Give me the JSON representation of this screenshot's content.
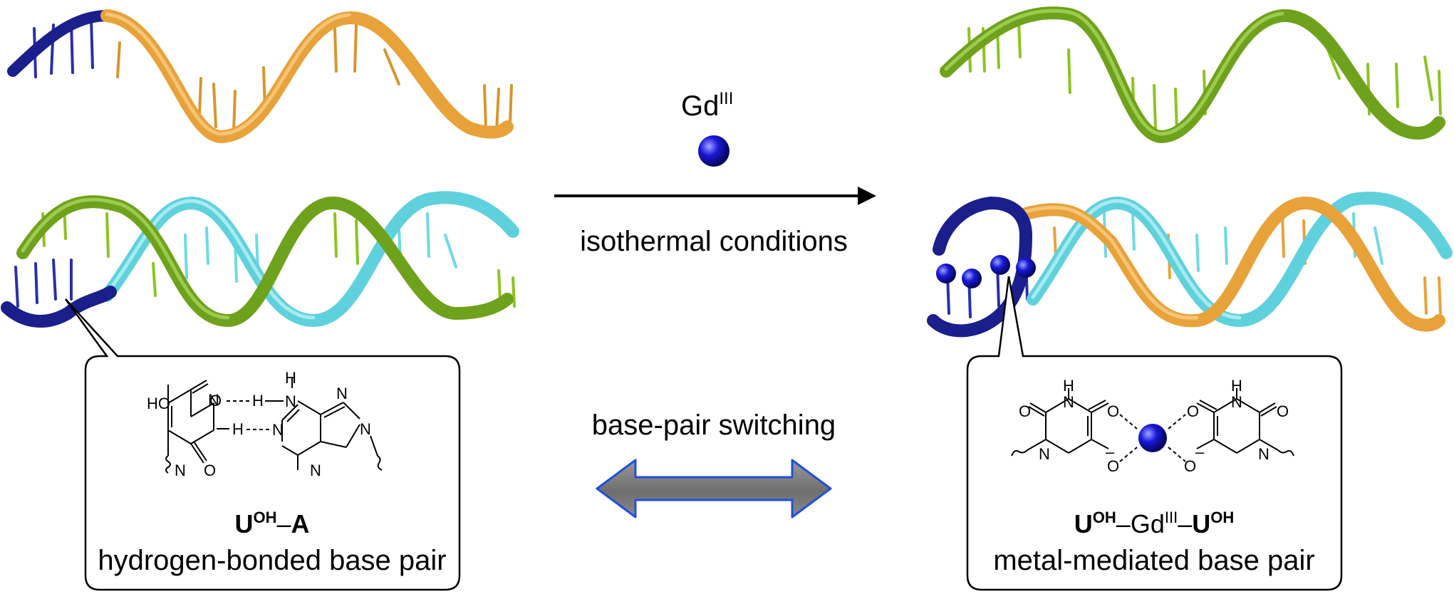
{
  "metal_label": {
    "main": "Gd",
    "ox": "III"
  },
  "arrow_conditions": "isothermal conditions",
  "switch_label": "base-pair switching",
  "left_box": {
    "pair_name": {
      "a": "U",
      "a_sup": "OH",
      "dash": "–",
      "b": "A"
    },
    "caption": "hydrogen-bonded base pair",
    "atoms": {
      "HO": "HO",
      "O": "O",
      "H": "H",
      "N": "N"
    }
  },
  "right_box": {
    "pair_name": {
      "a": "U",
      "a_sup": "OH",
      "dash1": "–",
      "m": "Gd",
      "m_sup": "III",
      "dash2": "–",
      "b": "U",
      "b_sup": "OH"
    },
    "caption": "metal-mediated base pair",
    "atoms": {
      "O": "O",
      "H": "H",
      "N": "N",
      "minus": "–"
    }
  },
  "colors": {
    "dark_blue": "#1a1f8c",
    "orange": "#e8a23a",
    "green": "#6fa21c",
    "cyan": "#5fd1dc",
    "metal_blue": "#1010d0",
    "gray_arrow": "#7a7a7a",
    "arrow_outline": "#1f4fe0"
  }
}
